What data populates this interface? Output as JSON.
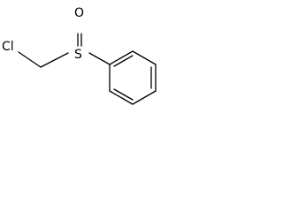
{
  "atoms": {
    "chlorine": "Cl",
    "sulfur": "S",
    "oxygen": "O"
  },
  "bonds": [
    {
      "from": "Cl",
      "to": "CH2",
      "order": 1
    },
    {
      "from": "CH2",
      "to": "S",
      "order": 1
    },
    {
      "from": "S",
      "to": "O",
      "order": 2
    },
    {
      "from": "S",
      "to": "C1",
      "order": 1
    },
    {
      "from": "C1",
      "to": "C2",
      "order": 2
    },
    {
      "from": "C2",
      "to": "C3",
      "order": 1
    },
    {
      "from": "C3",
      "to": "C4",
      "order": 2
    },
    {
      "from": "C4",
      "to": "C5",
      "order": 1
    },
    {
      "from": "C5",
      "to": "C6",
      "order": 2
    },
    {
      "from": "C6",
      "to": "C1",
      "order": 1
    }
  ]
}
